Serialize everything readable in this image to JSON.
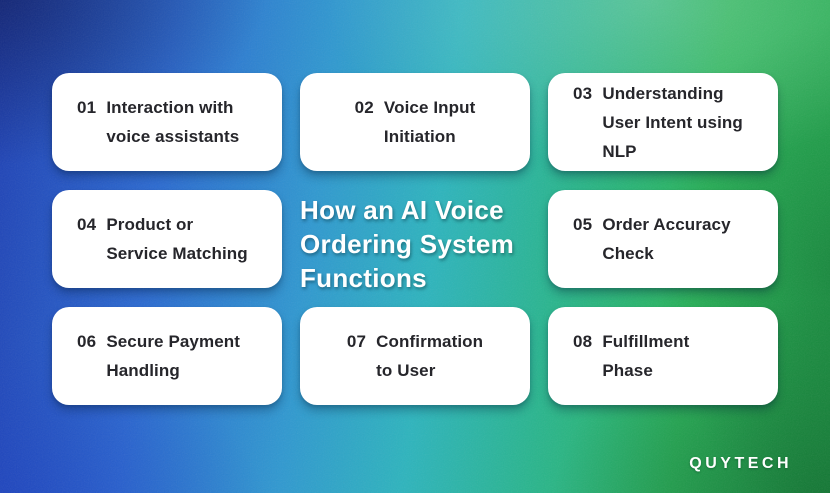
{
  "title": {
    "text": "How an AI Voice\nOrdering System\nFunctions",
    "color": "#ffffff"
  },
  "cards": [
    {
      "number": "01",
      "label": "Interaction with\nvoice assistants"
    },
    {
      "number": "02",
      "label": "Voice Input\nInitiation"
    },
    {
      "number": "03",
      "label": "Understanding\nUser Intent using\nNLP"
    },
    {
      "number": "04",
      "label": "Product or\nService Matching"
    },
    {
      "number": "05",
      "label": "Order Accuracy\nCheck"
    },
    {
      "number": "06",
      "label": "Secure Payment\nHandling"
    },
    {
      "number": "07",
      "label": "Confirmation\nto User"
    },
    {
      "number": "08",
      "label": "Fulfillment\nPhase"
    }
  ],
  "brand": {
    "logo_text": "QUYTECH"
  },
  "colors": {
    "background_blue": "#1e40b4",
    "background_cyan": "#2db4bd",
    "background_green": "#24aa4f",
    "card_background": "#ffffff",
    "card_text": "#26262b",
    "title_text": "#ffffff"
  }
}
